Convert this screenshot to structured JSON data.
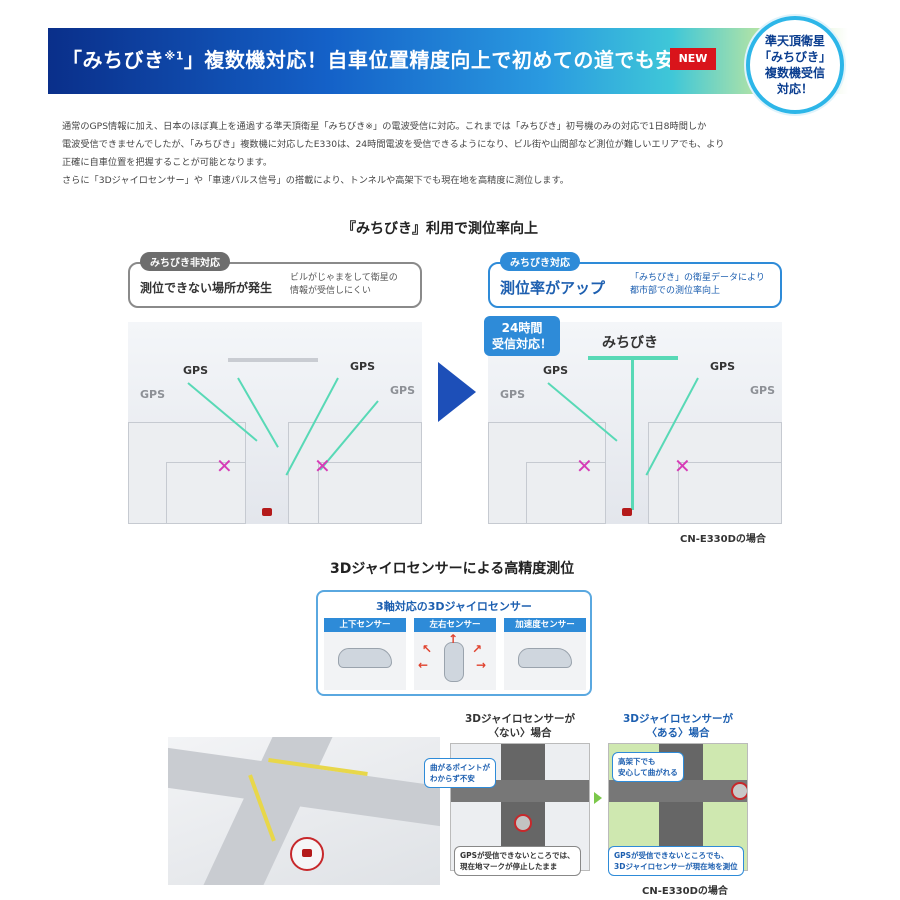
{
  "banner": {
    "title_pre": "「みちびき",
    "title_sup": "※1",
    "title_post": "」複数機対応！自車位置精度向上で初めての道でも安心",
    "new_badge": "NEW"
  },
  "satellite_badge": {
    "lines": [
      "準天頂衛星",
      "「みちびき」",
      "複数機受信",
      "対応！"
    ]
  },
  "intro": {
    "lines": [
      "通常のGPS情報に加え、日本のほぼ真上を通過する準天頂衛星「みちびき※」の電波受信に対応。これまでは「みちびき」初号機のみの対応で1日8時間しか",
      "電波受信できませんでしたが、「みちびき」複数機に対応したE330は、24時間電波を受信できるようになり、ビル街や山間部など測位が難しいエリアでも、より",
      "正確に自車位置を把握することが可能となります。",
      "さらに「3Dジャイロセンサー」や「車速パルス信号」の搭載により、トンネルや高架下でも現在地を高精度に測位します。"
    ]
  },
  "section1": {
    "title": "『みちびき』利用で測位率向上",
    "left": {
      "tab": "みちびき非対応",
      "main": "測位できない場所が発生",
      "sub_line1": "ビルがじゃまをして衛星の",
      "sub_line2": "情報が受信しにくい",
      "gps_labels": [
        "GPS",
        "GPS",
        "GPS",
        "GPS"
      ]
    },
    "right": {
      "tab": "みちびき対応",
      "main": "測位率がアップ",
      "sub_line1": "「みちびき」の衛星データにより",
      "sub_line2": "都市部での測位率向上",
      "badge_line1": "24時間",
      "badge_line2": "受信対応！",
      "michibiki_label": "みちびき",
      "gps_labels": [
        "GPS",
        "GPS",
        "GPS",
        "GPS"
      ]
    },
    "model_note": "CN-E330Dの場合"
  },
  "section2": {
    "title": "3Dジャイロセンサーによる高精度測位",
    "gyro_panel": {
      "title": "3軸対応の3Dジャイロセンサー",
      "sensors": [
        "上下センサー",
        "左右センサー",
        "加速度センサー"
      ]
    },
    "without": {
      "label_line1": "3Dジャイロセンサーが",
      "label_line2": "〈ない〉場合",
      "note_top_line1": "曲がるポイントが",
      "note_top_line2": "わからず不安",
      "note_bottom_line1": "GPSが受信できないところでは、",
      "note_bottom_line2": "現在地マークが停止したまま"
    },
    "with": {
      "label_line1": "3Dジャイロセンサーが",
      "label_line2": "〈ある〉場合",
      "note_top_line1": "高架下でも",
      "note_top_line2": "安心して曲がれる",
      "note_bottom_line1": "GPSが受信できないところでも、",
      "note_bottom_line2": "3Dジャイロセンサーが現在地を測位"
    },
    "model_note": "CN-E330Dの場合"
  },
  "colors": {
    "accent_blue": "#2e8bd8",
    "navy": "#0a3d8f",
    "beam_green": "#58d9b6",
    "x_magenta": "#d63cb7",
    "new_red": "#d9141b"
  }
}
